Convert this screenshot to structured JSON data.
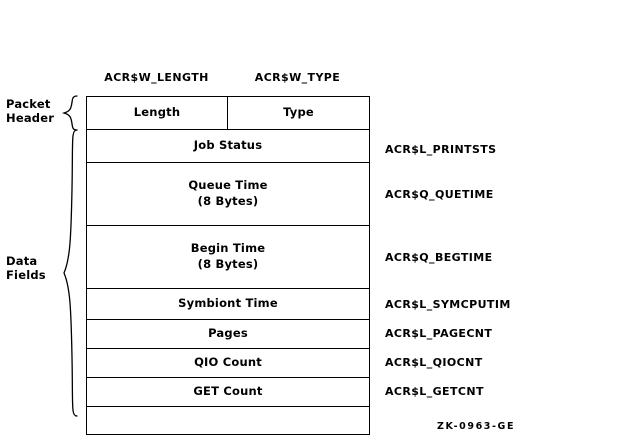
{
  "figure": {
    "id": "ZK-0963-GE"
  },
  "column_captions": [
    {
      "text": "ACR$W_LENGTH"
    },
    {
      "text": "ACR$W_TYPE"
    }
  ],
  "groups": [
    {
      "name": "packet-header",
      "label_line1": "Packet",
      "label_line2": "Header"
    },
    {
      "name": "data-fields",
      "label_line1": "Data",
      "label_line2": "Fields"
    }
  ],
  "header_row": {
    "left_cell": "Length",
    "right_cell": "Type"
  },
  "rows": [
    {
      "name": "job-status",
      "title": "Job Status",
      "subtitle": "",
      "field": "ACR$L_PRINTSTS"
    },
    {
      "name": "queue-time",
      "title": "Queue Time",
      "subtitle": "(8 Bytes)",
      "field": "ACR$Q_QUETIME"
    },
    {
      "name": "begin-time",
      "title": "Begin Time",
      "subtitle": "(8 Bytes)",
      "field": "ACR$Q_BEGTIME"
    },
    {
      "name": "symbiont-time",
      "title": "Symbiont Time",
      "subtitle": "",
      "field": "ACR$L_SYMCPUTIM"
    },
    {
      "name": "pages",
      "title": "Pages",
      "subtitle": "",
      "field": "ACR$L_PAGECNT"
    },
    {
      "name": "qio-count",
      "title": "QIO Count",
      "subtitle": "",
      "field": "ACR$L_QIOCNT"
    },
    {
      "name": "get-count",
      "title": "GET Count",
      "subtitle": "",
      "field": "ACR$L_GETCNT"
    }
  ],
  "colors": {
    "line": "#000000",
    "background": "#ffffff",
    "text": "#000000"
  }
}
